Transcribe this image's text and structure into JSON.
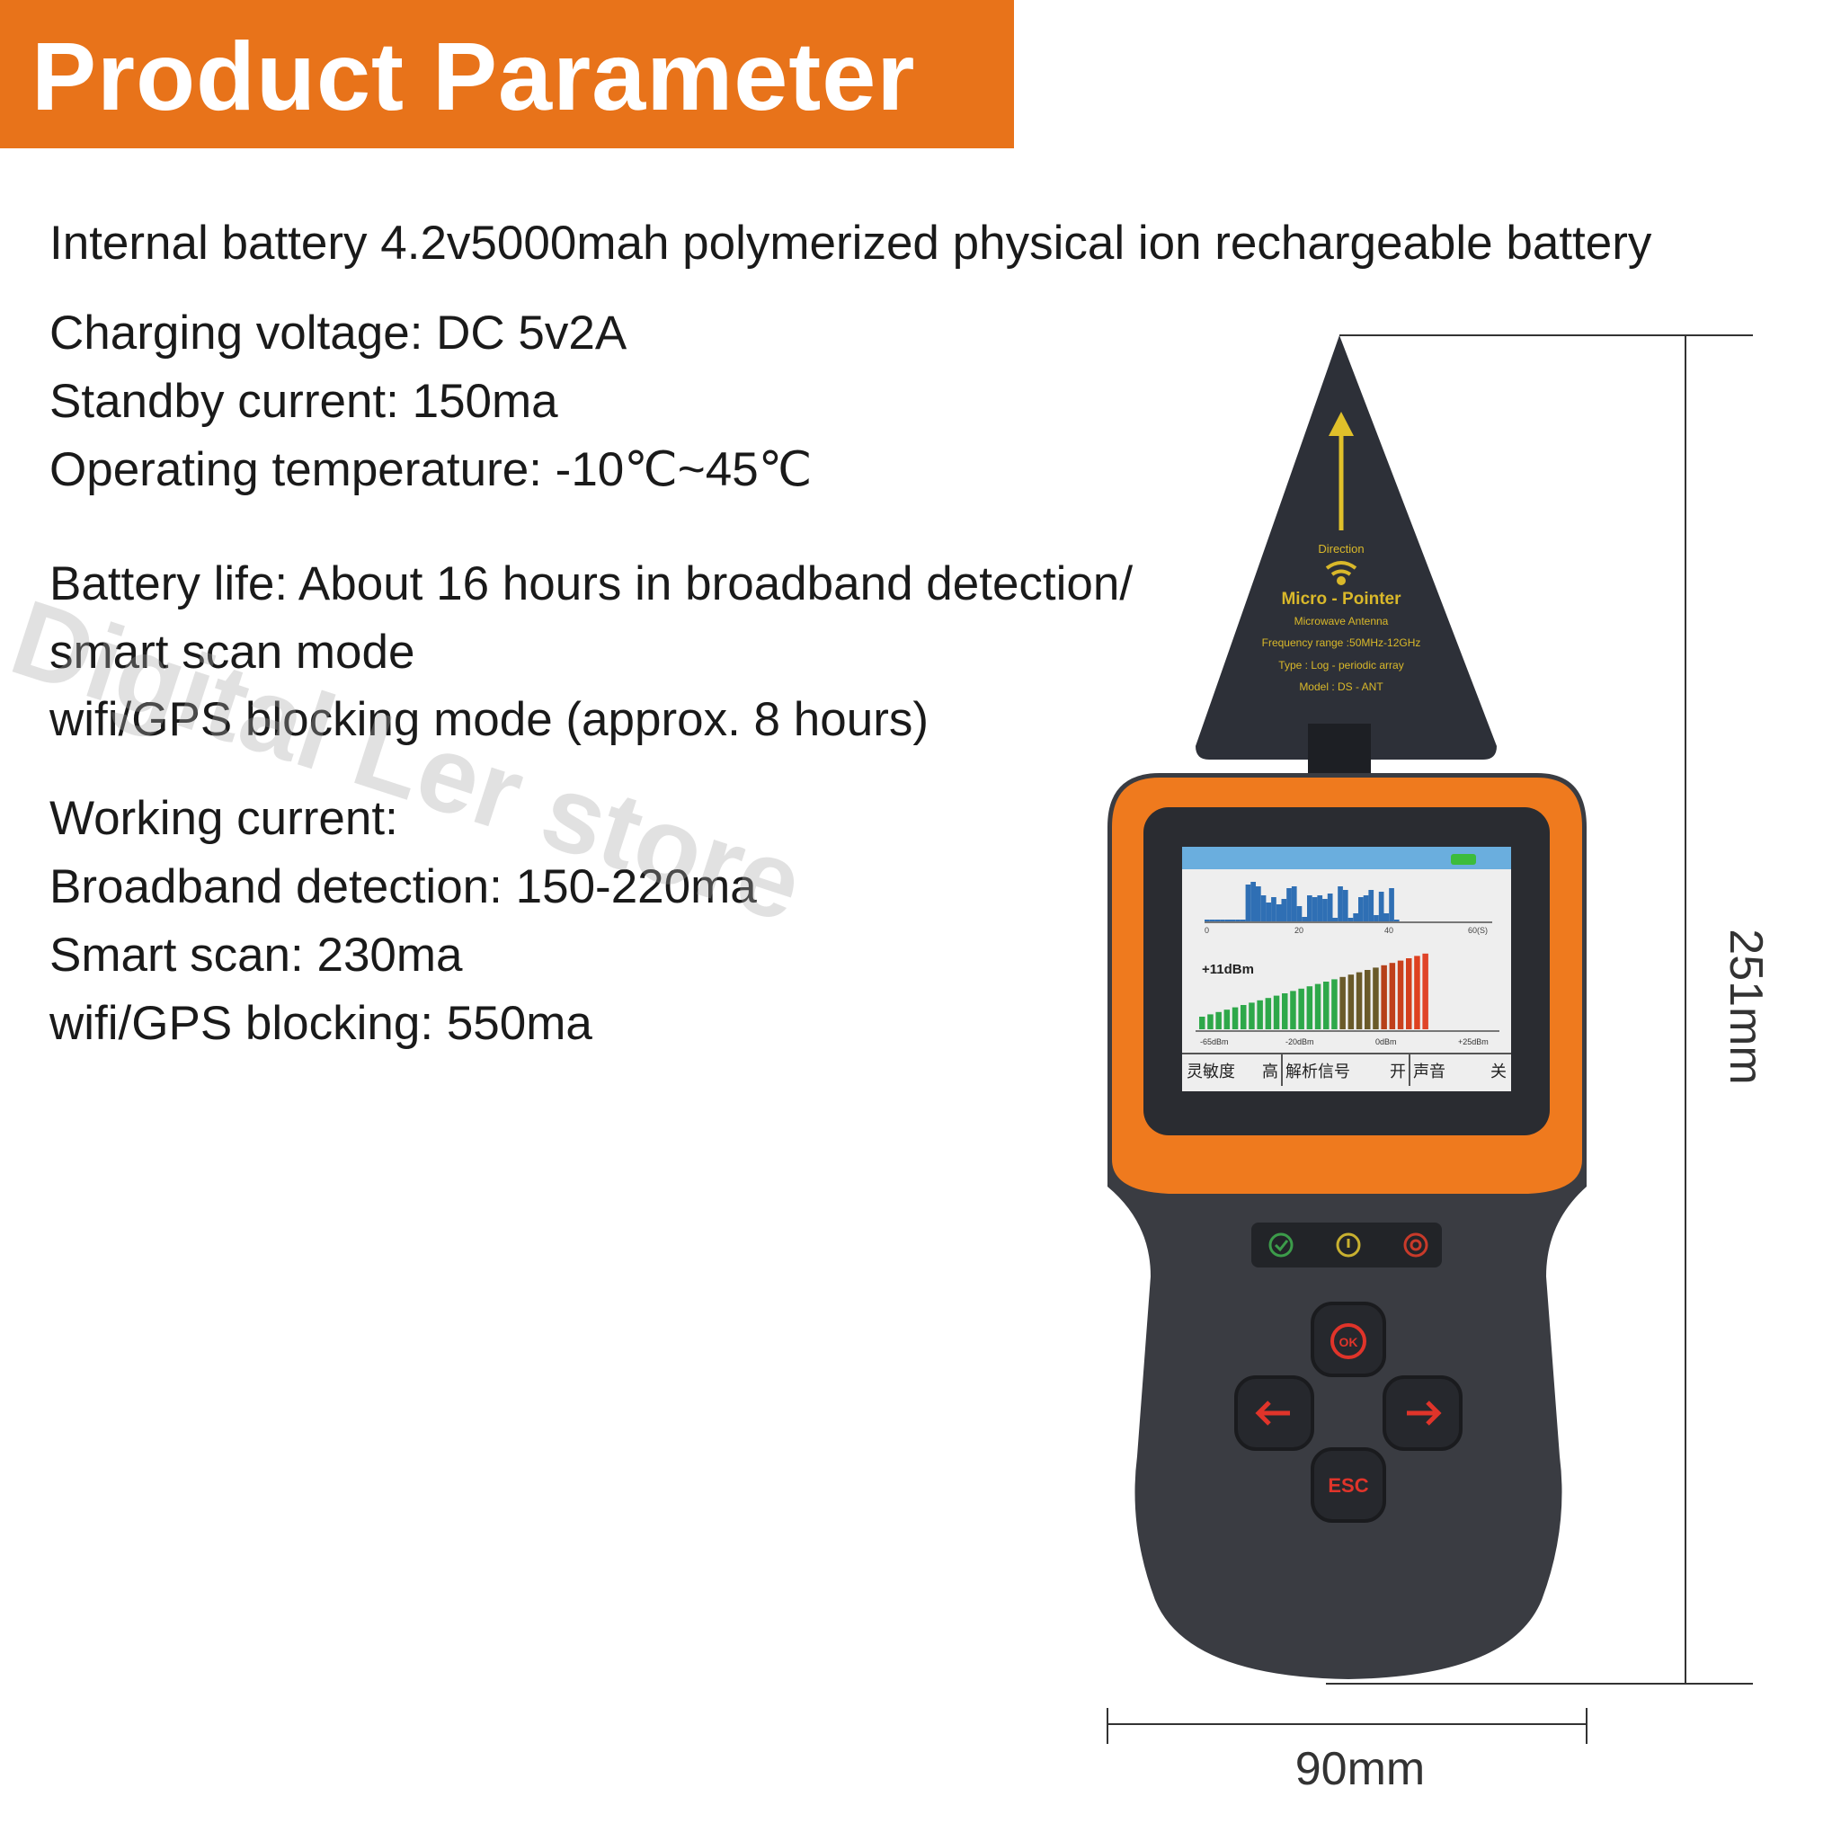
{
  "banner": {
    "title": "Product Parameter"
  },
  "specs": {
    "battery": "Internal battery 4.2v5000mah polymerized physical ion rechargeable battery",
    "charging_voltage": "Charging voltage: DC 5v2A",
    "standby_current": "Standby current: 150ma",
    "operating_temperature": "Operating temperature: -10℃~45℃",
    "battery_life_1": "Battery life: About 16 hours in broadband detection/",
    "battery_life_2": "smart scan mode",
    "battery_life_3": "wifi/GPS blocking mode (approx. 8 hours)",
    "working_current": "Working current:",
    "broadband": "Broadband detection: 150-220ma",
    "smart_scan": "Smart scan: 230ma",
    "blocking": "wifi/GPS blocking: 550ma"
  },
  "antenna": {
    "direction": "Direction",
    "name": "Micro - Pointer",
    "subtitle": "Microwave Antenna",
    "frequency": "Frequency range :50MHz-12GHz",
    "type": "Type : Log - periodic array",
    "model": "Model : DS - ANT"
  },
  "screen": {
    "time_ticks": [
      "0",
      "20",
      "40",
      "60(S)"
    ],
    "signal_level": "+11dBm",
    "level_ticks": [
      "-65dBm",
      "-20dBm",
      "0dBm",
      "+25dBm"
    ],
    "menu": [
      {
        "label": "灵敏度",
        "value": "高"
      },
      {
        "label": "解析信号",
        "value": "开"
      },
      {
        "label": "声音",
        "value": "关"
      }
    ],
    "signal_bars": 28,
    "lit_bars": 28
  },
  "buttons": {
    "ok": "OK",
    "esc": "ESC"
  },
  "dimensions": {
    "height": "251mm",
    "width": "90mm"
  },
  "watermark": "Digital Ler store",
  "colors": {
    "accent": "#e8731a",
    "body": "#3a3c42",
    "button_red": "#e0342a",
    "antenna_text": "#d9b82a"
  }
}
